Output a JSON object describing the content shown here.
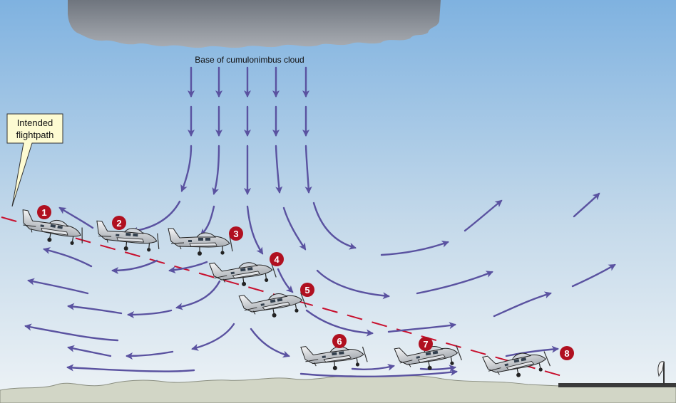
{
  "cloud_label": "Base of cumulonimbus cloud",
  "callout": {
    "line1": "Intended",
    "line2": "flightpath"
  },
  "positions": [
    "1",
    "2",
    "3",
    "4",
    "5",
    "6",
    "7",
    "8"
  ],
  "colors": {
    "sky_top": "#7fb2e0",
    "sky_bottom": "#eef3f6",
    "cloud": "#8d949d",
    "arrow": "#5a52a0",
    "flightpath": "#c8102e",
    "marker": "#b01020",
    "ground": "#d2d6c6",
    "runway": "#3a3a3a",
    "callout_fill": "#fdfbd2"
  }
}
